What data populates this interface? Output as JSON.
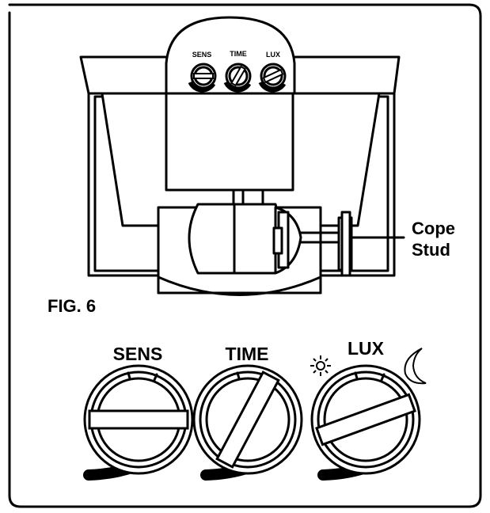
{
  "labels": {
    "fig_title": "FIG. 6",
    "callout_line1": "Cope",
    "callout_line2": "Stud"
  },
  "small_dials": {
    "sens": "SENS",
    "time": "TIME",
    "lux": "LUX"
  },
  "large_dials": {
    "sens": "SENS",
    "time": "TIME",
    "lux": "LUX"
  },
  "icons": {
    "day": "sun-icon",
    "night": "moon-icon"
  },
  "colors": {
    "ink": "#000000",
    "paper": "#ffffff"
  }
}
